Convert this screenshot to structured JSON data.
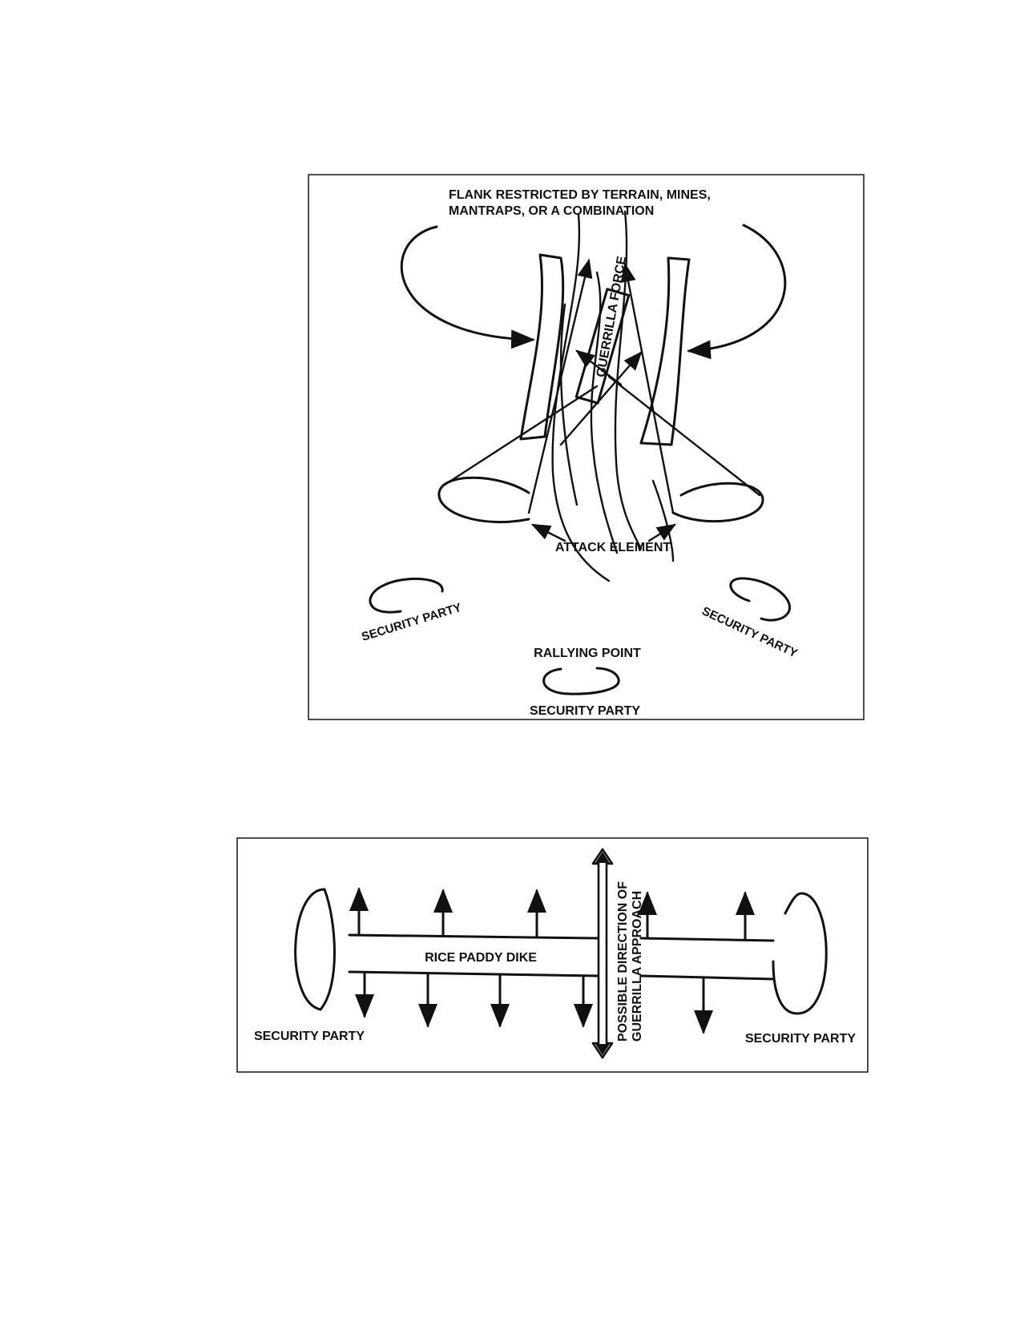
{
  "figure1": {
    "flank_label_line1": "FLANK RESTRICTED BY TERRAIN, MINES,",
    "flank_label_line2": "MANTRAPS, OR A COMBINATION",
    "guerrilla_force": "GUERRILLA FORCE",
    "attack_element": "ATTACK ELEMENT",
    "security_party_left": "SECURITY PARTY",
    "security_party_right": "SECURITY PARTY",
    "rallying_point": "RALLYING POINT",
    "security_party_bottom": "SECURITY PARTY"
  },
  "figure2": {
    "rice_paddy_dike": "RICE PADDY DIKE",
    "approach_line1": "POSSIBLE DIRECTION OF",
    "approach_line2": "GUERRILLA APPROACH",
    "security_party_left": "SECURITY PARTY",
    "security_party_right": "SECURITY PARTY"
  }
}
